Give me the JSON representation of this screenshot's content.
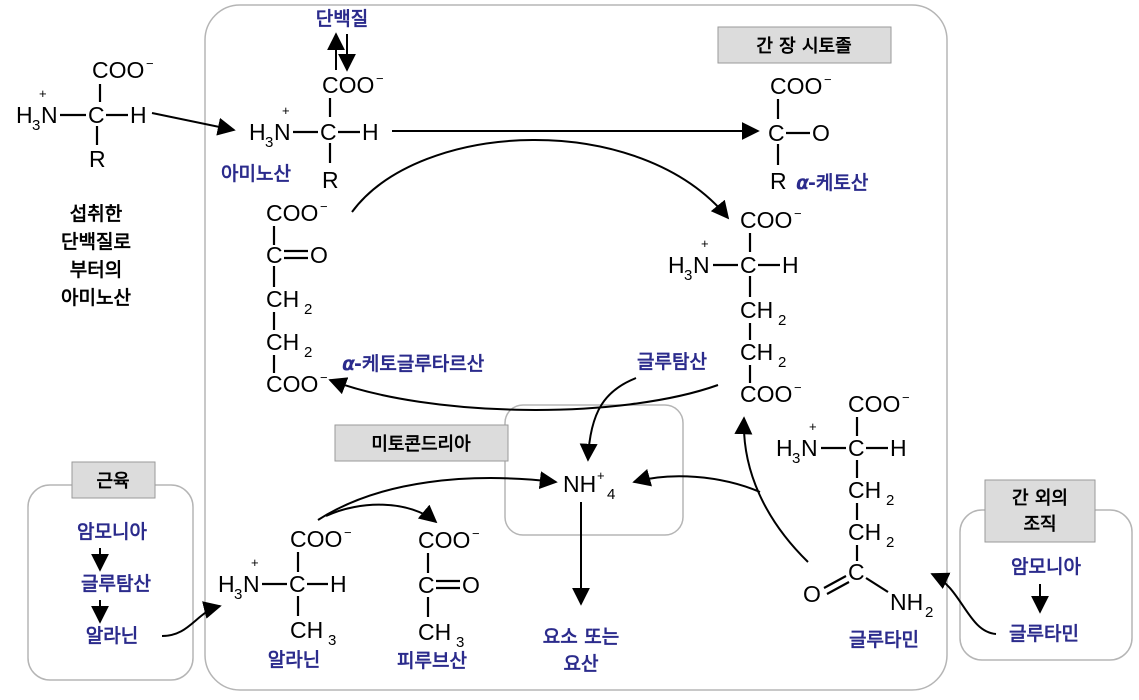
{
  "regions": {
    "liver_cytosol": "간 장 시토졸",
    "mitochondria": "미토콘드리아",
    "muscle": "근육",
    "extrahepatic": [
      "간 외의",
      "조직"
    ]
  },
  "labels": {
    "protein": "단백질",
    "amino_acid": "아미노산",
    "ingested": [
      "섭취한",
      "단백질로",
      "부터의",
      "아미노산"
    ],
    "alpha_keto_acid_greek": "α",
    "alpha_keto_acid": " -케토산",
    "alpha_ketoglutarate_greek": "α",
    "alpha_ketoglutarate": " -케토글루타르산",
    "glutamate": "글루탐산",
    "ammonium": "NH⁺₄",
    "urea": [
      "요소 또는",
      "요산"
    ],
    "glutamine": "글루타민",
    "alanine": "알라닌",
    "pyruvate": "피루브산",
    "muscle_steps": [
      "암모니아",
      "글루탐산",
      "알라닌"
    ],
    "extrahepatic_steps": [
      "암모니아",
      "글루타민"
    ]
  },
  "chem": {
    "coo": "COO",
    "minus": "−",
    "h3n": "H",
    "h": "H",
    "r": "R",
    "c": "C",
    "o": "O",
    "ch2": "CH",
    "ch3": "CH",
    "nh2": "NH",
    "n": "N",
    "plus": "+",
    "sub2": "2",
    "sub3": "3"
  }
}
